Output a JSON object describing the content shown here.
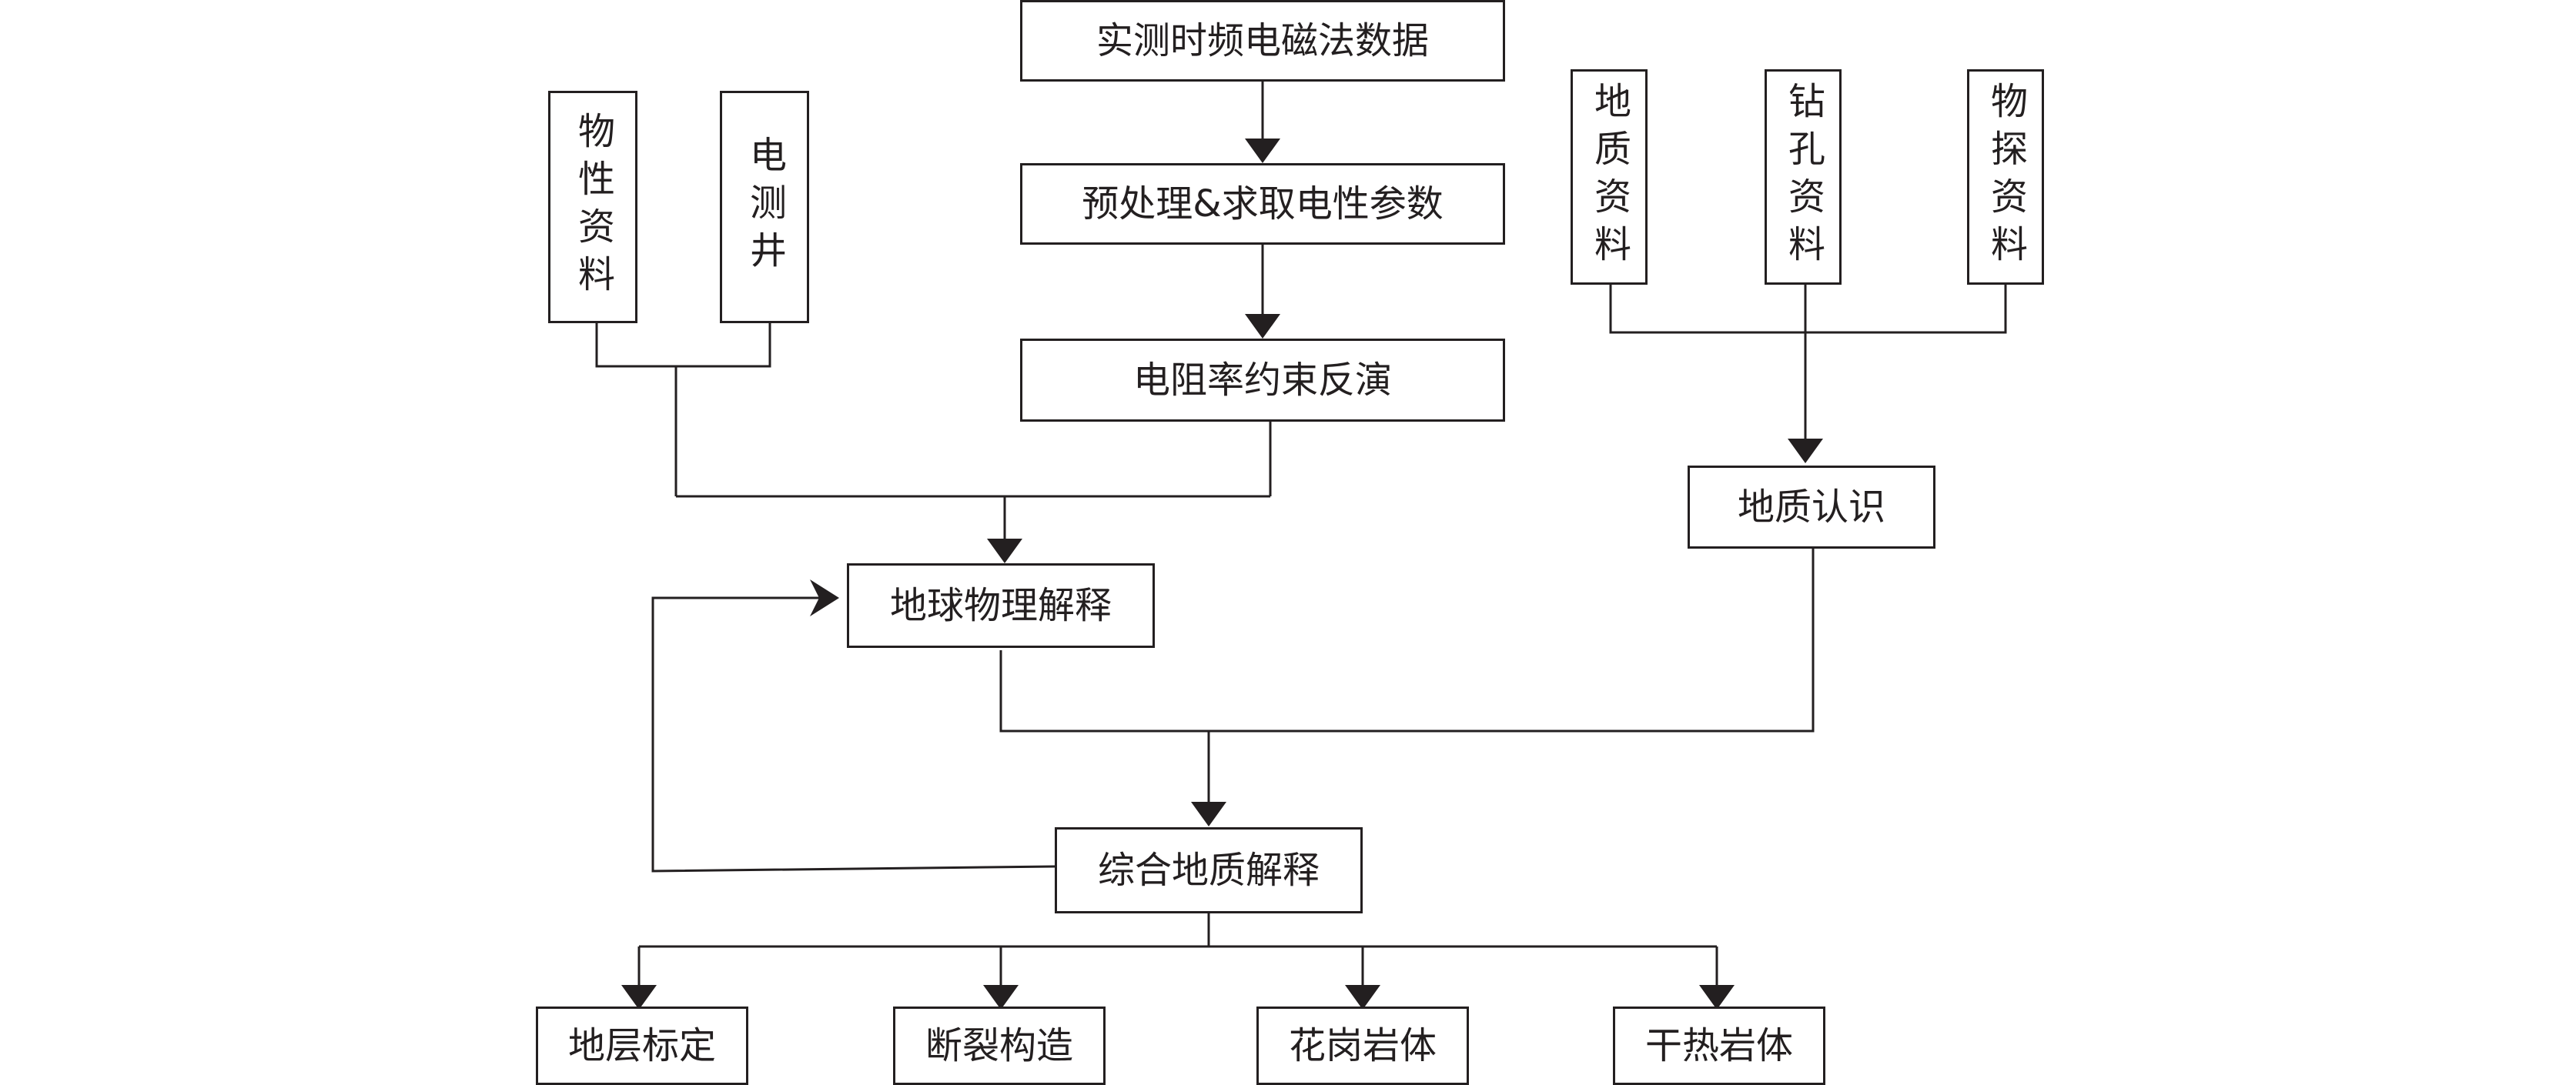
{
  "colors": {
    "stroke": "#231f20",
    "background": "#ffffff"
  },
  "nodes": {
    "measured_data": "实测时频电磁法数据",
    "preprocess": "预处理&求取电性参数",
    "inversion": "电阻率约束反演",
    "physical_props": "物性资料",
    "well_logging": "电测井",
    "geo_data": "地质资料",
    "drilling_data": "钻孔资料",
    "geophysical_data": "物探资料",
    "geo_understanding": "地质认识",
    "geophys_interp": "地球物理解释",
    "integrated_interp": "综合地质解释",
    "strata": "地层标定",
    "fault": "断裂构造",
    "granite": "花岗岩体",
    "hdr": "干热岩体"
  }
}
